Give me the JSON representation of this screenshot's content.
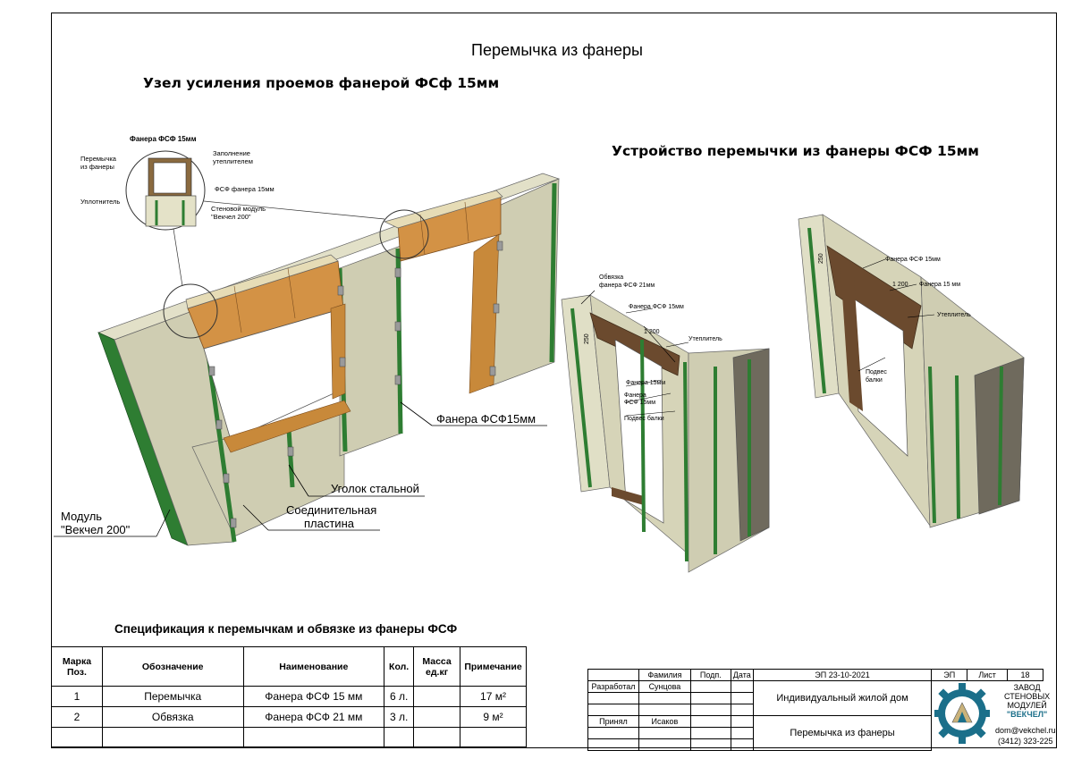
{
  "sheet_title": "Перемычка из фанеры",
  "left_heading": "Узел усиления проемов фанерой ФСф 15мм",
  "right_heading": "Устройство перемычки из фанеры ФСФ 15мм",
  "detail": {
    "title": "Фанера ФСФ 15мм",
    "label_lintel": [
      "Перемычка",
      "из фанеры"
    ],
    "label_insul": [
      "Заполнение",
      "утеплителем"
    ],
    "label_seal": "Уплотнитель",
    "label_ply": "ФСФ фанера 15мм",
    "label_module": [
      "Стеновой модуль",
      "\"Векчел 200\""
    ]
  },
  "left_callouts": {
    "plywood": "Фанера ФСФ15мм",
    "steel_angle": "Уголок стальной",
    "plate": [
      "Соединительная",
      "пластина"
    ],
    "module": [
      "Модуль",
      "\"Векчел 200\""
    ]
  },
  "mid_callouts": {
    "strap": [
      "Обвязка",
      "фанера ФСФ 21мм"
    ],
    "ply15": "Фанера ФСФ 15мм",
    "dim_len": "1 200",
    "dim_h": "250",
    "insul": "Утеплитель",
    "ply15b": "Фанера 15мм",
    "ply_fsf": [
      "Фанера",
      "ФСФ 15мм"
    ],
    "hanger": "Подвес балки"
  },
  "right_callouts": {
    "ply15": "Фанера ФСФ 15мм",
    "dim_len": "1 200",
    "dim_h": "250",
    "ply15b": "Фанера 15 мм",
    "insul": "Утеплитель",
    "hanger": [
      "Подвес",
      "балки"
    ]
  },
  "spec_title": "Спецификация к перемычкам и обвязке из фанеры ФСФ",
  "spec_headers": [
    "Марка Поз.",
    "Обозначение",
    "Наименование",
    "Кол.",
    "Масса ед.кг",
    "Примечание"
  ],
  "spec_rows": [
    {
      "pos": "1",
      "designation": "Перемычка",
      "name": "Фанера ФСФ 15 мм",
      "qty": "6 л.",
      "mass": "",
      "note": "17 м²"
    },
    {
      "pos": "2",
      "designation": "Обвязка",
      "name": "Фанера ФСФ 21 мм",
      "qty": "3 л.",
      "mass": "",
      "note": "9 м²"
    }
  ],
  "stamp": {
    "col_surname": "Фамилия",
    "col_sign": "Подп.",
    "col_date": "Дата",
    "code": "ЭП 23-10-2021",
    "stage": "ЭП",
    "sheet_label": "Лист",
    "sheet_no": "18",
    "role1": "Разработал",
    "name1": "Сунцова",
    "role2": "Принял",
    "name2": "Исаков",
    "project": "Индивидуальный жилой дом",
    "drawing": "Перемычка из фанеры",
    "company": [
      "ЗАВОД",
      "СТЕНОВЫХ",
      "МОДУЛЕЙ"
    ],
    "brand": "\"ВЕКЧЕЛ\"",
    "email": "dom@vekchel.ru",
    "phone": "(3412) 323-225"
  },
  "colors": {
    "panel": "#cfcdb2",
    "panel_light": "#e0dfc6",
    "green": "#2e7d32",
    "plywood": "#c8893a",
    "plywood_dark": "#8a5a2b",
    "brown_mid": "#7b5a3c"
  }
}
